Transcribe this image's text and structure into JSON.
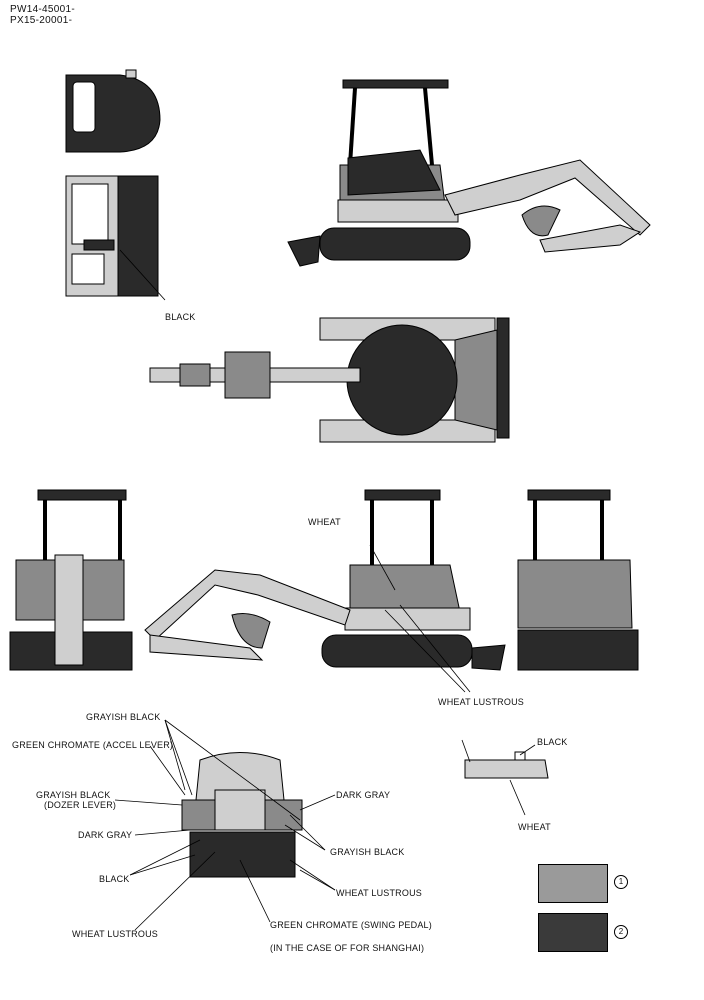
{
  "header": {
    "serial_1": "PW14-45001-",
    "serial_2": "PX15-20001-"
  },
  "labels": {
    "black_cab": "BLACK",
    "wheat_top": "WHEAT",
    "wheat_lustrous_side": "WHEAT LUSTROUS",
    "grayish_black_top": "GRAYISH BLACK",
    "green_chromate_accel": "GREEN CHROMATE (ACCEL LEVER)",
    "grayish_black_dozer_1": "GRAYISH BLACK",
    "grayish_black_dozer_2": "(DOZER LEVER)",
    "dark_gray_left": "DARK GRAY",
    "black_left": "BLACK",
    "wheat_lustrous_left": "WHEAT LUSTROUS",
    "green_chromate_swing": "GREEN CHROMATE (SWING PEDAL)",
    "in_case_shanghai": "(IN THE CASE OF FOR SHANGHAI)",
    "dark_gray_right": "DARK GRAY",
    "grayish_black_right": "GRAYISH BLACK",
    "wheat_lustrous_right": "WHEAT LUSTROUS",
    "black_part": "BLACK",
    "wheat_part": "WHEAT"
  },
  "legend": [
    {
      "number": "1",
      "color": "#9a9a9a"
    },
    {
      "number": "2",
      "color": "#3a3a3a"
    }
  ]
}
